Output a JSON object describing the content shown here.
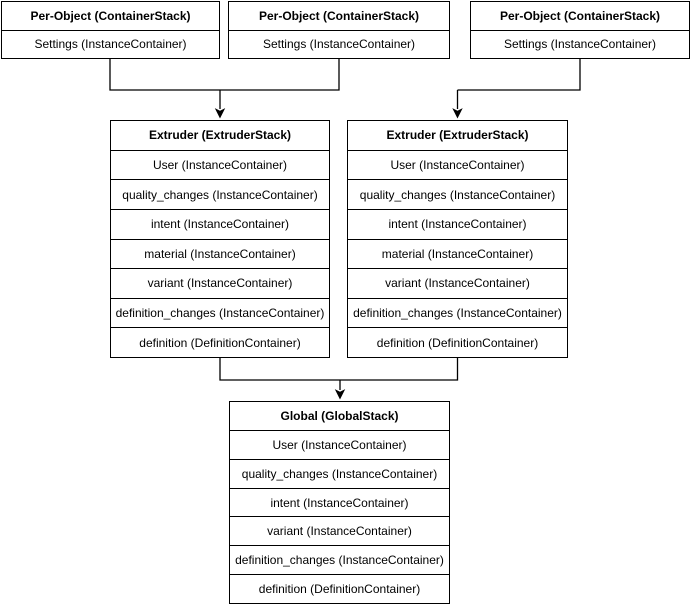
{
  "diagram": {
    "colors": {
      "background": "#ffffff",
      "box_fill": "#ffffff",
      "line": "#000000",
      "text": "#000000"
    },
    "stacks": [
      {
        "title": "Per-Object (ContainerStack)",
        "rows": [
          "Settings (InstanceContainer)"
        ]
      },
      {
        "title": "Per-Object (ContainerStack)",
        "rows": [
          "Settings (InstanceContainer)"
        ]
      },
      {
        "title": "Per-Object (ContainerStack)",
        "rows": [
          "Settings (InstanceContainer)"
        ]
      },
      {
        "title": "Extruder (ExtruderStack)",
        "rows": [
          "User (InstanceContainer)",
          "quality_changes (InstanceContainer)",
          "intent (InstanceContainer)",
          "material (InstanceContainer)",
          "variant (InstanceContainer)",
          "definition_changes (InstanceContainer)",
          "definition (DefinitionContainer)"
        ]
      },
      {
        "title": "Extruder (ExtruderStack)",
        "rows": [
          "User (InstanceContainer)",
          "quality_changes (InstanceContainer)",
          "intent (InstanceContainer)",
          "material (InstanceContainer)",
          "variant (InstanceContainer)",
          "definition_changes (InstanceContainer)",
          "definition (DefinitionContainer)"
        ]
      },
      {
        "title": "Global (GlobalStack)",
        "rows": [
          "User (InstanceContainer)",
          "quality_changes (InstanceContainer)",
          "intent (InstanceContainer)",
          "variant (InstanceContainer)",
          "definition_changes (InstanceContainer)",
          "definition (DefinitionContainer)"
        ]
      }
    ]
  }
}
